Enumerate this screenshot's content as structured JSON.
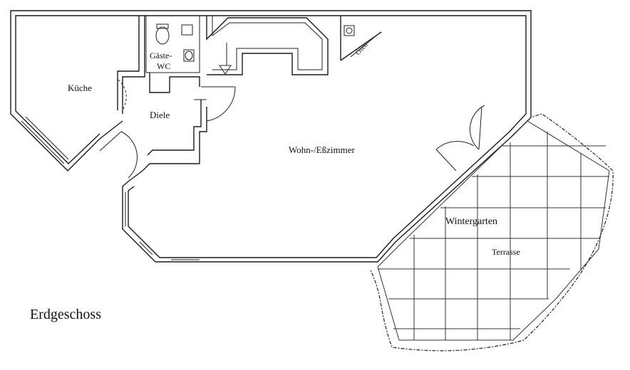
{
  "plan": {
    "title": "Erdgeschoss",
    "rooms": {
      "kitchen": "Küche",
      "guest_wc_line1": "Gäste-",
      "guest_wc_line2": "WC",
      "hall": "Diele",
      "living_dining": "Wohn-/Eßzimmer",
      "winter_garden": "Wintergarten",
      "terrace": "Terrasse",
      "stove": "Ofen"
    }
  }
}
